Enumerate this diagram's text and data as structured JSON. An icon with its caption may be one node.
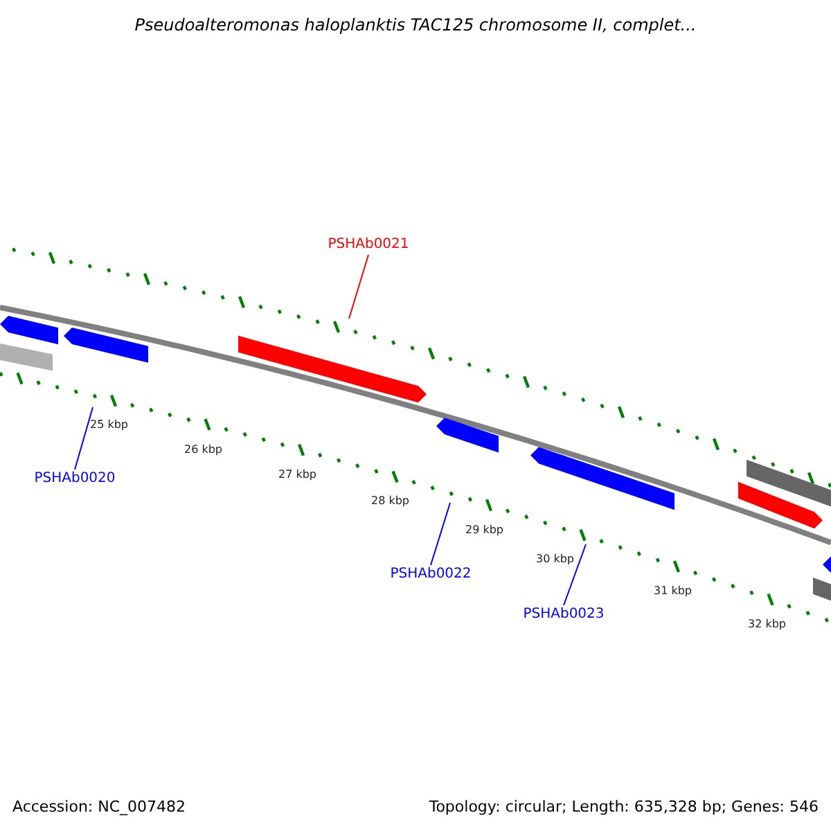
{
  "diagram": {
    "title": "Pseudoalteromonas haloplanktis TAC125 chromosome II, complet...",
    "nodes": [
      {
        "text": [
          "PSHAb0021"
        ]
      },
      {
        "text": [
          "PSHAb0020"
        ]
      },
      {
        "text": [
          "PSHAb0022"
        ]
      },
      {
        "text": [
          "PSHAb0023"
        ]
      }
    ],
    "edges": [
      {
        "from": 0,
        "to": null,
        "arrow": "none",
        "color": "#ff0000"
      },
      {
        "from": 1,
        "to": null,
        "arrow": "none"
      },
      {
        "from": 2,
        "to": null,
        "arrow": "none"
      },
      {
        "from": 3,
        "to": null,
        "arrow": "none"
      }
    ],
    "labels": [
      "25 kbp",
      "26 kbp",
      "27 kbp",
      "28 kbp",
      "29 kbp",
      "30 kbp",
      "31 kbp",
      "32 kbp",
      "Accession: NC_007482",
      "Topology: circular; Length: 635,328 bp; Genes: 546"
    ]
  }
}
